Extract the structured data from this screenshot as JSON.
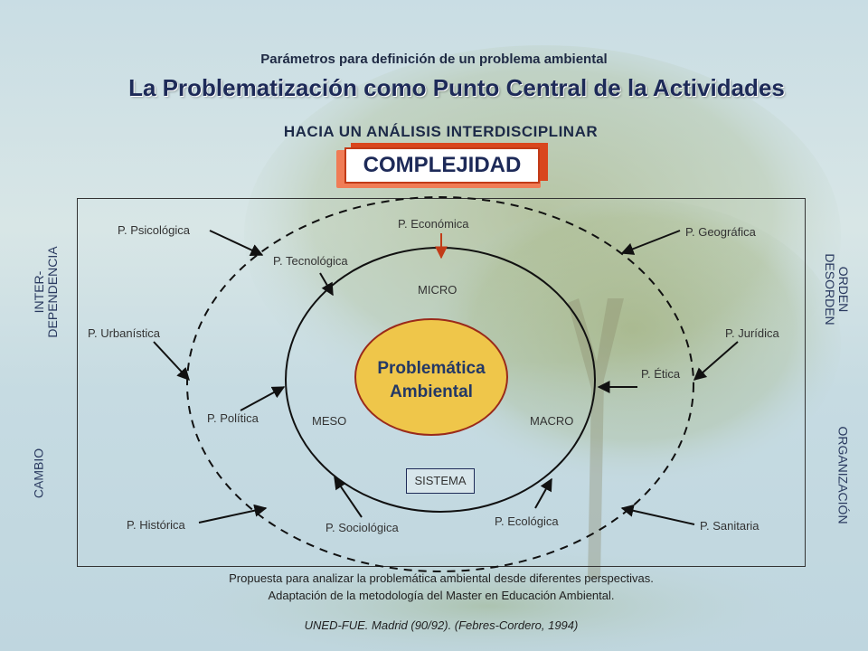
{
  "header": {
    "subtitle": "Parámetros para definición de un problema ambiental",
    "title": "La Problematización como Punto Central de la Actividades",
    "approach": "HACIA UN ANÁLISIS INTERDISCIPLINAR",
    "badge": "COMPLEJIDAD"
  },
  "side_labels": {
    "left_top": [
      "INTER-",
      "DEPENDENCIA"
    ],
    "left_bottom": "CAMBIO",
    "right_top": [
      "ORDEN",
      "DESORDEN"
    ],
    "right_bottom": "ORGANIZACIÓN"
  },
  "perspectives": {
    "psicologica": "P. Psicológica",
    "economica": "P. Económica",
    "geografica": "P. Geográfica",
    "tecnologica": "P. Tecnológica",
    "urbanistica": "P. Urbanística",
    "juridica": "P. Jurídica",
    "etica": "P. Ética",
    "politica": "P. Política",
    "historica": "P. Histórica",
    "sociologica": "P. Sociológica",
    "ecologica": "P. Ecológica",
    "sanitaria": "P. Sanitaria"
  },
  "levels": {
    "micro": "MICRO",
    "meso": "MESO",
    "macro": "MACRO",
    "sistema": "SISTEMA"
  },
  "core": {
    "line1": "Problemática",
    "line2": "Ambiental"
  },
  "footer": {
    "line1": "Propuesta para analizar la problemática ambiental desde diferentes perspectivas.",
    "line2": "Adaptación de la metodología del Master en Educación Ambiental.",
    "credit": "UNED-FUE. Madrid (90/92). (Febres-Cordero, 1994)"
  },
  "colors": {
    "core_fill": "#efc64a",
    "core_stroke": "#9a2a1a",
    "accent": "#d9461d",
    "text_dark": "#1d2a58"
  }
}
